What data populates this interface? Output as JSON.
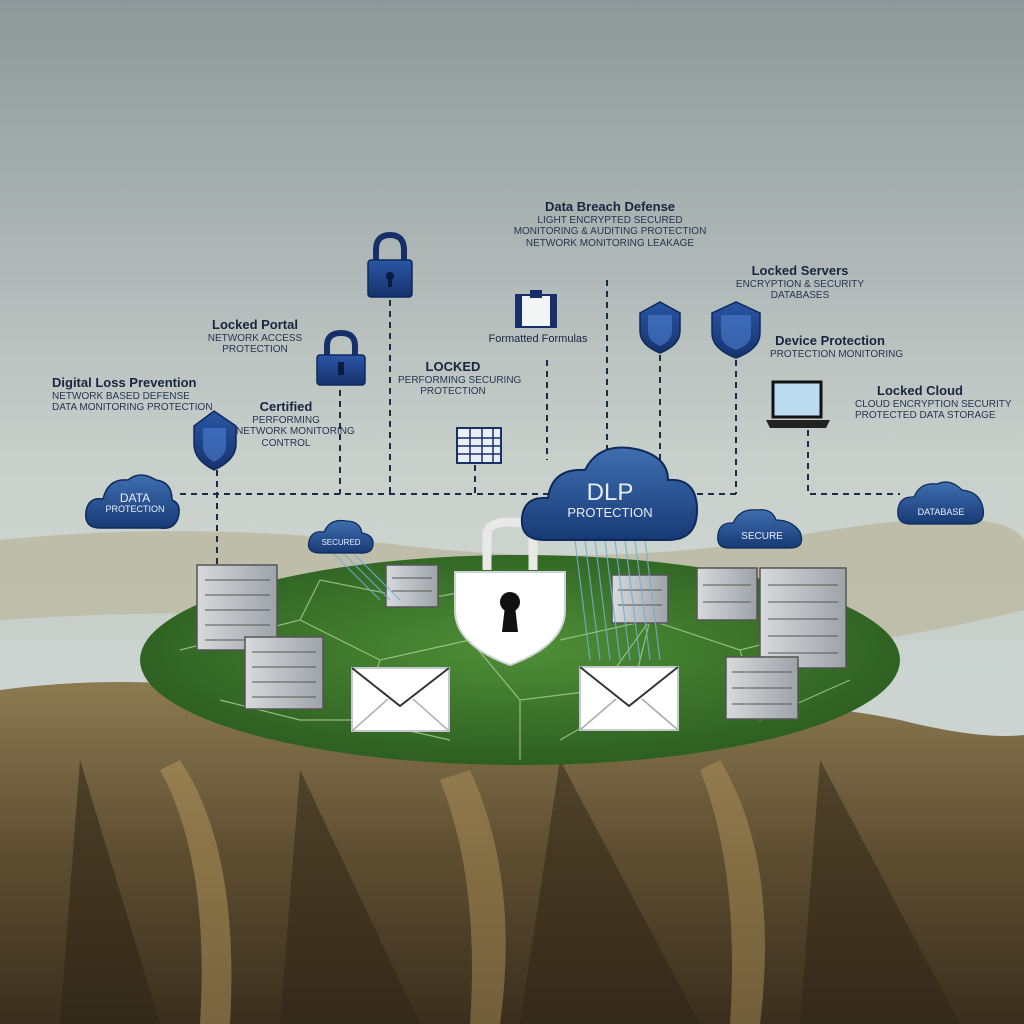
{
  "hub": {
    "title": "DLP",
    "subtitle": "PROTECTION"
  },
  "labels": {
    "top_center": {
      "title": "Data Breach Defense",
      "lines": [
        "LIGHT ENCRYPTED SECURED",
        "MONITORING & AUDITING PROTECTION",
        "NETWORK MONITORING LEAKAGE"
      ]
    },
    "locked_servers": {
      "title": "Locked Servers",
      "lines": [
        "ENCRYPTION & SECURITY",
        "DATABASES"
      ]
    },
    "locked_portal": {
      "title": "Locked Portal",
      "lines": [
        "NETWORK ACCESS",
        "PROTECTION"
      ]
    },
    "digital_loss": {
      "title": "Digital Loss Prevention",
      "lines": [
        "NETWORK BASED DEFENSE",
        "DATA MONITORING PROTECTION"
      ]
    },
    "certified": {
      "title": "Certified",
      "lines": [
        "PERFORMING",
        "NETWORK MONITORING",
        "CONTROL"
      ]
    },
    "locked_mid": {
      "title": "LOCKED",
      "lines": [
        "PERFORMING SECURING",
        "PROTECTION"
      ]
    },
    "formatted": {
      "title": "Formatted Formulas",
      "lines": []
    },
    "device": {
      "title": "Device Protection",
      "lines": [
        "PROTECTION MONITORING"
      ]
    },
    "locked_cloud": {
      "title": "Locked Cloud",
      "lines": [
        "CLOUD ENCRYPTION SECURITY",
        "PROTECTED DATA STORAGE"
      ]
    }
  },
  "clouds": {
    "left": {
      "line1": "DATA",
      "line2": "PROTECTION"
    },
    "small_left": {
      "text": "SECURED"
    },
    "right_mid": {
      "text": "SECURE"
    },
    "far_right": {
      "text": "DATABASE"
    }
  },
  "colors": {
    "sky_top": "#8e9a9b",
    "sky_bottom": "#dfe4dd",
    "platform": "#3f7a2d",
    "cloud_blue": "#1f4a8a",
    "lock_blue": "#1e3f88",
    "hill": "#6b5a3a"
  }
}
